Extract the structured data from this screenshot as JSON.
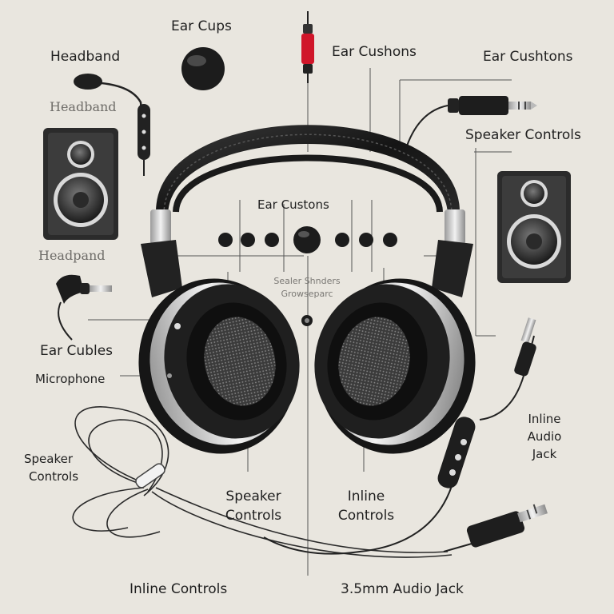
{
  "labels": {
    "ear_cups_top": "Ear Cups",
    "headband_top": "Headband",
    "ear_cushions_top": "Ear Cushons",
    "ear_cushions_right": "Ear Cushtons",
    "headband_faint": "Headband",
    "speaker_controls_right": "Speaker Controls",
    "ear_custons_center": "Ear Custons",
    "headpand_left": "Headpand",
    "sealer_line1": "Sealer Shnders",
    "sealer_line2": "Growseparc",
    "ear_cubles": "Ear Cubles",
    "microphone": "Microphone",
    "inline_audio_line1": "Inline",
    "inline_audio_line2": "Audio",
    "inline_audio_line3": "Jack",
    "speaker_controls_left_1": "Speaker",
    "speaker_controls_left_2": "Controls",
    "speaker_controls_center_1": "Speaker",
    "speaker_controls_center_2": "Controls",
    "inline_controls_center_1": "Inline",
    "inline_controls_center_2": "Controls",
    "inline_controls_bottom": "Inline Controls",
    "audio_jack_bottom": "3.5mm Audio Jack"
  },
  "colors": {
    "background": "#e9e6df",
    "ink": "#1f1f1f",
    "plug_red": "#d0162a",
    "leather": "#1c1c1c",
    "silver": "#c9c9c9"
  },
  "icons": [
    "headphones-icon",
    "speaker-icon",
    "microphone-icon",
    "audio-jack-icon",
    "inline-remote-icon",
    "cable-icon",
    "button-icon"
  ]
}
